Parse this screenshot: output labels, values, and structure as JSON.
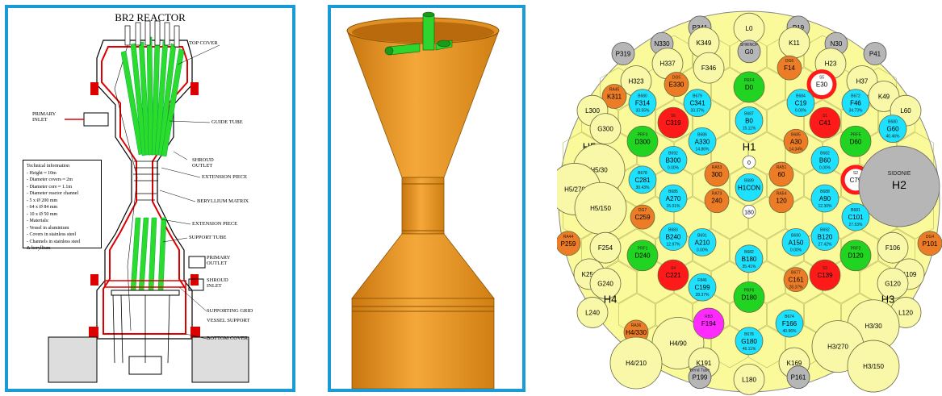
{
  "reactor": {
    "title": "BR2 REACTOR",
    "labels": {
      "top_cover": "TOP COVER",
      "primary_inlet": "PRIMARY INLET",
      "guide_tube": "GUIDE TUBE",
      "shroud_outlet": "SHROUD OUTLET",
      "extension_piece_1": "EXTENSION PIECE",
      "beryllium_matrix": "BERYLLIUM MATRIX",
      "extension_piece_2": "EXTENSION PIECE",
      "support_tube": "SUPPORT TUBE",
      "primary_outlet": "PRIMARY OUTLET",
      "shroud_inlet": "SHROUD INLET",
      "supporting_grid": "SUPPORTING GRID",
      "vessel_support": "VESSEL SUPPORT",
      "bottom_cover": "BOTTOM COVER"
    },
    "info": {
      "heading": "Technical information",
      "lines": [
        "- Height ≈ 10m",
        "- Diameter covers ≈ 2m",
        "- Diameter core ≈ 1.1m",
        "- Diameter reactor channel",
        "   - 5 x Ø 200 mm",
        "   - 64 x Ø 84 mm",
        "   - 10 x Ø 50 mm",
        "- Materials:",
        "   - Vessel in aluminium",
        "   - Covers in stainless steel",
        "   - Channels in stainless steel",
        "     & beryllium"
      ]
    }
  },
  "colors": {
    "border": "#1a9ad6",
    "map_bg": "#fafa9a",
    "cell_fill": "#f8f8a8",
    "cell_stroke": "#7a7a50",
    "red": "#ff1a1a",
    "green": "#22d422",
    "cyan": "#1ee0ff",
    "orange": "#ec7d26",
    "grey": "#b6b6b6",
    "magenta": "#ff2aff",
    "vessel_orange": "#f09a1a"
  },
  "core_map": {
    "cells": [
      {
        "label": "L0",
        "kind": "yellow"
      },
      {
        "label": "P341",
        "kind": "grey"
      },
      {
        "label": "P19",
        "kind": "grey"
      },
      {
        "label": "K349",
        "kind": "yellow"
      },
      {
        "label": "K11",
        "kind": "yellow"
      },
      {
        "label": "N330",
        "kind": "grey"
      },
      {
        "label": "N30",
        "kind": "grey"
      },
      {
        "label": "G0",
        "kind": "grey",
        "sub": "SHRINOF"
      },
      {
        "label": "P319",
        "kind": "grey"
      },
      {
        "label": "H337",
        "kind": "yellow"
      },
      {
        "label": "H23",
        "kind": "yellow"
      },
      {
        "label": "P41",
        "kind": "grey"
      },
      {
        "label": "H323",
        "kind": "yellow"
      },
      {
        "label": "F346",
        "kind": "yellow"
      },
      {
        "label": "F14",
        "kind": "orange",
        "sub": "DG6"
      },
      {
        "label": "H37",
        "kind": "yellow"
      },
      {
        "label": "K311",
        "kind": "orange",
        "sub": "RA45"
      },
      {
        "label": "E330",
        "kind": "orange",
        "sub": "DG5"
      },
      {
        "label": "D0",
        "kind": "green",
        "sub": "PRF4"
      },
      {
        "label": "E30",
        "kind": "ring",
        "sub": "S5"
      },
      {
        "label": "K49",
        "kind": "yellow"
      },
      {
        "label": "L300",
        "kind": "yellow"
      },
      {
        "label": "F314",
        "kind": "cyan",
        "sub": "B680",
        "pct": "33.55%"
      },
      {
        "label": "C341",
        "kind": "cyan",
        "sub": "B679",
        "pct": "33.37%"
      },
      {
        "label": "C19",
        "kind": "cyan",
        "sub": "B684",
        "pct": "0.00%"
      },
      {
        "label": "F46",
        "kind": "cyan",
        "sub": "B672",
        "pct": "34.73%"
      },
      {
        "label": "L60",
        "kind": "yellow"
      },
      {
        "label": "G300",
        "kind": "yellow"
      },
      {
        "label": "C319",
        "kind": "red",
        "sub": "S6"
      },
      {
        "label": "B0",
        "kind": "cyan",
        "sub": "B687",
        "pct": "15.11%"
      },
      {
        "label": "C41",
        "kind": "red",
        "sub": "S1"
      },
      {
        "label": "G60",
        "kind": "cyan",
        "sub": "B680",
        "pct": "40.46%"
      },
      {
        "label": "H5",
        "kind": "big_label"
      },
      {
        "label": "D300",
        "kind": "green",
        "sub": "PRF3"
      },
      {
        "label": "A330",
        "kind": "cyan",
        "sub": "B686",
        "pct": "14.86%"
      },
      {
        "label": "A30",
        "kind": "orange",
        "sub": "B685",
        "pct": "14.34%"
      },
      {
        "label": "D60",
        "kind": "green",
        "sub": "PRF5"
      },
      {
        "label": "H1",
        "kind": "big_label"
      },
      {
        "label": "B300",
        "kind": "cyan",
        "sub": "B692",
        "pct": "0.00%"
      },
      {
        "label": "B60",
        "kind": "cyan",
        "sub": "B682",
        "pct": "0.00%"
      },
      {
        "label": "H5/30",
        "kind": "big"
      },
      {
        "label": "0",
        "kind": "small"
      },
      {
        "label": "H5/270",
        "kind": "big"
      },
      {
        "label": "C281",
        "kind": "cyan",
        "sub": "B678",
        "pct": "30.43%"
      },
      {
        "label": "300",
        "kind": "orange",
        "sub": "RA53"
      },
      {
        "label": "60",
        "kind": "orange",
        "sub": "RA51"
      },
      {
        "label": "C79",
        "kind": "ring",
        "sub": "S2"
      },
      {
        "label": "H2",
        "kind": "big_grey",
        "sub": "SIDONIE"
      },
      {
        "label": "H5/150",
        "kind": "big"
      },
      {
        "label": "A270",
        "kind": "cyan",
        "sub": "B685",
        "pct": "15.01%"
      },
      {
        "label": "H1CON",
        "kind": "cyan",
        "sub": "B689"
      },
      {
        "label": "A90",
        "kind": "cyan",
        "sub": "B688",
        "pct": "12.30%"
      },
      {
        "label": "C259",
        "kind": "orange",
        "sub": "DG7"
      },
      {
        "label": "240",
        "kind": "orange",
        "sub": "RA73"
      },
      {
        "label": "120",
        "kind": "orange",
        "sub": "RA54"
      },
      {
        "label": "C101",
        "kind": "cyan",
        "sub": "B681",
        "pct": "27.53%"
      },
      {
        "label": "P259",
        "kind": "orange",
        "sub": "RA44"
      },
      {
        "label": "F254",
        "kind": "yellow"
      },
      {
        "label": "B240",
        "kind": "cyan",
        "sub": "B683",
        "pct": "12.97%"
      },
      {
        "label": "180",
        "kind": "small"
      },
      {
        "label": "B120",
        "kind": "cyan",
        "sub": "B692",
        "pct": "27.42%"
      },
      {
        "label": "F106",
        "kind": "yellow"
      },
      {
        "label": "P101",
        "kind": "orange",
        "sub": "DG4"
      },
      {
        "label": "K251",
        "kind": "yellow"
      },
      {
        "label": "D240",
        "kind": "green",
        "sub": "PRF1"
      },
      {
        "label": "A210",
        "kind": "cyan",
        "sub": "B691",
        "pct": "0.00%"
      },
      {
        "label": "A150",
        "kind": "cyan",
        "sub": "B690",
        "pct": "0.00%"
      },
      {
        "label": "D120",
        "kind": "green",
        "sub": "PRF2"
      },
      {
        "label": "K109",
        "kind": "yellow"
      },
      {
        "label": "G240",
        "kind": "yellow"
      },
      {
        "label": "C221",
        "kind": "red",
        "sub": "S4"
      },
      {
        "label": "B180",
        "kind": "cyan",
        "sub": "B682",
        "pct": "35.41%"
      },
      {
        "label": "C161",
        "kind": "orange",
        "sub": "B677",
        "pct": "28.37%"
      },
      {
        "label": "C139",
        "kind": "red",
        "sub": "S3"
      },
      {
        "label": "G120",
        "kind": "yellow"
      },
      {
        "label": "H4",
        "kind": "big_label"
      },
      {
        "label": "H3",
        "kind": "big_label"
      },
      {
        "label": "L240",
        "kind": "yellow"
      },
      {
        "label": "C199",
        "kind": "cyan",
        "sub": "F846",
        "pct": "28.37%"
      },
      {
        "label": "L120",
        "kind": "yellow"
      },
      {
        "label": "H4/330",
        "kind": "orange",
        "sub": "RA36"
      },
      {
        "label": "D180",
        "kind": "green",
        "sub": "PRF6"
      },
      {
        "label": "H3/30",
        "kind": "big"
      },
      {
        "label": "H4/90",
        "kind": "big"
      },
      {
        "label": "F194",
        "kind": "magenta",
        "sub": "RB3"
      },
      {
        "label": "F166",
        "kind": "cyan",
        "sub": "B674",
        "pct": "40.96%"
      },
      {
        "label": "H3/270",
        "kind": "big"
      },
      {
        "label": "H4/210",
        "kind": "big"
      },
      {
        "label": "G180",
        "kind": "cyan",
        "sub": "B678",
        "pct": "46.11%"
      },
      {
        "label": "H3/150",
        "kind": "big"
      },
      {
        "label": "K191",
        "kind": "yellow"
      },
      {
        "label": "K169",
        "kind": "yellow"
      },
      {
        "label": "P199",
        "kind": "grey",
        "sub": "Bend Tube"
      },
      {
        "label": "L180",
        "kind": "yellow"
      },
      {
        "label": "P161",
        "kind": "grey"
      }
    ]
  }
}
